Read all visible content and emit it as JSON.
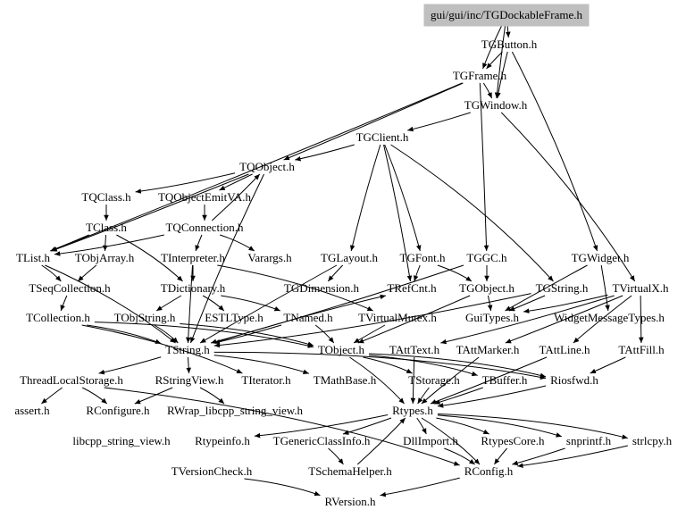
{
  "root": "gui/gui/inc/TGDockableFrame.h",
  "nodes": [
    {
      "id": "root",
      "label": "gui/gui/inc/TGDockableFrame.h"
    },
    {
      "id": "TGButton",
      "label": "TGButton.h"
    },
    {
      "id": "TGFrame",
      "label": "TGFrame.h"
    },
    {
      "id": "TGWindow",
      "label": "TGWindow.h"
    },
    {
      "id": "TGClient",
      "label": "TGClient.h"
    },
    {
      "id": "TQObject",
      "label": "TQObject.h"
    },
    {
      "id": "TQClass",
      "label": "TQClass.h"
    },
    {
      "id": "TQObjectEmitVA",
      "label": "TQObjectEmitVA.h"
    },
    {
      "id": "TClass",
      "label": "TClass.h"
    },
    {
      "id": "TQConnection",
      "label": "TQConnection.h"
    },
    {
      "id": "TList",
      "label": "TList.h"
    },
    {
      "id": "TObjArray",
      "label": "TObjArray.h"
    },
    {
      "id": "TInterpreter",
      "label": "TInterpreter.h"
    },
    {
      "id": "Varargs",
      "label": "Varargs.h"
    },
    {
      "id": "TGLayout",
      "label": "TGLayout.h"
    },
    {
      "id": "TGFont",
      "label": "TGFont.h"
    },
    {
      "id": "TGGC",
      "label": "TGGC.h"
    },
    {
      "id": "TGWidget",
      "label": "TGWidget.h"
    },
    {
      "id": "TSeqCollection",
      "label": "TSeqCollection.h"
    },
    {
      "id": "TDictionary",
      "label": "TDictionary.h"
    },
    {
      "id": "TGDimension",
      "label": "TGDimension.h"
    },
    {
      "id": "TRefCnt",
      "label": "TRefCnt.h"
    },
    {
      "id": "TGObject",
      "label": "TGObject.h"
    },
    {
      "id": "TGString",
      "label": "TGString.h"
    },
    {
      "id": "TVirtualX",
      "label": "TVirtualX.h"
    },
    {
      "id": "TCollection",
      "label": "TCollection.h"
    },
    {
      "id": "TObjString",
      "label": "TObjString.h"
    },
    {
      "id": "ESTLType",
      "label": "ESTLType.h"
    },
    {
      "id": "TNamed",
      "label": "TNamed.h"
    },
    {
      "id": "TVirtualMutex",
      "label": "TVirtualMutex.h"
    },
    {
      "id": "GuiTypes",
      "label": "GuiTypes.h"
    },
    {
      "id": "WidgetMessageTypes",
      "label": "WidgetMessageTypes.h"
    },
    {
      "id": "TString",
      "label": "TString.h"
    },
    {
      "id": "TObject",
      "label": "TObject.h"
    },
    {
      "id": "TAttText",
      "label": "TAttText.h"
    },
    {
      "id": "TAttMarker",
      "label": "TAttMarker.h"
    },
    {
      "id": "TAttLine",
      "label": "TAttLine.h"
    },
    {
      "id": "TAttFill",
      "label": "TAttFill.h"
    },
    {
      "id": "ThreadLocalStorage",
      "label": "ThreadLocalStorage.h"
    },
    {
      "id": "RStringView",
      "label": "RStringView.h"
    },
    {
      "id": "TIterator",
      "label": "TIterator.h"
    },
    {
      "id": "TMathBase",
      "label": "TMathBase.h"
    },
    {
      "id": "TStorage",
      "label": "TStorage.h"
    },
    {
      "id": "TBuffer",
      "label": "TBuffer.h"
    },
    {
      "id": "Riosfwd",
      "label": "Riosfwd.h"
    },
    {
      "id": "assert",
      "label": "assert.h"
    },
    {
      "id": "RConfigure",
      "label": "RConfigure.h"
    },
    {
      "id": "RWrap",
      "label": "RWrap_libcpp_string_view.h"
    },
    {
      "id": "Rtypes",
      "label": "Rtypes.h"
    },
    {
      "id": "libcpp",
      "label": "libcpp_string_view.h"
    },
    {
      "id": "Rtypeinfo",
      "label": "Rtypeinfo.h"
    },
    {
      "id": "TGenericClassInfo",
      "label": "TGenericClassInfo.h"
    },
    {
      "id": "DllImport",
      "label": "DllImport.h"
    },
    {
      "id": "RtypesCore",
      "label": "RtypesCore.h"
    },
    {
      "id": "snprintf",
      "label": "snprintf.h"
    },
    {
      "id": "strlcpy",
      "label": "strlcpy.h"
    },
    {
      "id": "TVersionCheck",
      "label": "TVersionCheck.h"
    },
    {
      "id": "TSchemaHelper",
      "label": "TSchemaHelper.h"
    },
    {
      "id": "RConfig",
      "label": "RConfig.h"
    },
    {
      "id": "RVersion",
      "label": "RVersion.h"
    }
  ],
  "edges": [
    [
      "root",
      "TGButton"
    ],
    [
      "root",
      "TGFrame"
    ],
    [
      "root",
      "TGWindow"
    ],
    [
      "TGButton",
      "TGFrame"
    ],
    [
      "TGButton",
      "TGWidget"
    ],
    [
      "TGButton",
      "TGWindow"
    ],
    [
      "TGFrame",
      "TGWindow"
    ],
    [
      "TGFrame",
      "TQObject"
    ],
    [
      "TGFrame",
      "TGGC"
    ],
    [
      "TGFrame",
      "TList"
    ],
    [
      "TGWindow",
      "TGClient"
    ],
    [
      "TGWindow",
      "TVirtualX"
    ],
    [
      "TGClient",
      "TQObject"
    ],
    [
      "TGClient",
      "TGLayout"
    ],
    [
      "TGClient",
      "TGFont"
    ],
    [
      "TGClient",
      "TGString"
    ],
    [
      "TGClient",
      "TRefCnt"
    ],
    [
      "TQObject",
      "TQClass"
    ],
    [
      "TQObject",
      "TQObjectEmitVA"
    ],
    [
      "TQObject",
      "TList"
    ],
    [
      "TQObject",
      "TString"
    ],
    [
      "TQClass",
      "TClass"
    ],
    [
      "TQObjectEmitVA",
      "TQConnection"
    ],
    [
      "TQConnection",
      "TQObject"
    ],
    [
      "TClass",
      "TObjArray"
    ],
    [
      "TClass",
      "TDictionary"
    ],
    [
      "TClass",
      "TList"
    ],
    [
      "TQConnection",
      "TInterpreter"
    ],
    [
      "TQConnection",
      "Varargs"
    ],
    [
      "TQConnection",
      "TList"
    ],
    [
      "TList",
      "TSeqCollection"
    ],
    [
      "TList",
      "TString"
    ],
    [
      "TObjArray",
      "TSeqCollection"
    ],
    [
      "TInterpreter",
      "TDictionary"
    ],
    [
      "TInterpreter",
      "TVirtualMutex"
    ],
    [
      "TInterpreter",
      "TString"
    ],
    [
      "TSeqCollection",
      "TCollection"
    ],
    [
      "TDictionary",
      "TNamed"
    ],
    [
      "TDictionary",
      "ESTLType"
    ],
    [
      "TDictionary",
      "TObjString"
    ],
    [
      "TCollection",
      "TObject"
    ],
    [
      "TCollection",
      "TIterator"
    ],
    [
      "TCollection",
      "TString"
    ],
    [
      "TObjString",
      "TString"
    ],
    [
      "TObjString",
      "TObject"
    ],
    [
      "TNamed",
      "TString"
    ],
    [
      "TNamed",
      "TObject"
    ],
    [
      "TVirtualMutex",
      "TObject"
    ],
    [
      "TGLayout",
      "TGDimension"
    ],
    [
      "TGLayout",
      "TString"
    ],
    [
      "TGFont",
      "TRefCnt"
    ],
    [
      "TGFont",
      "TGObject"
    ],
    [
      "TGGC",
      "TGObject"
    ],
    [
      "TGGC",
      "TString"
    ],
    [
      "TGObject",
      "TObject"
    ],
    [
      "TGObject",
      "GuiTypes"
    ],
    [
      "TGString",
      "TString"
    ],
    [
      "TGString",
      "GuiTypes"
    ],
    [
      "TGWidget",
      "GuiTypes"
    ],
    [
      "TGWidget",
      "WidgetMessageTypes"
    ],
    [
      "TVirtualX",
      "GuiTypes"
    ],
    [
      "TVirtualX",
      "TAttText"
    ],
    [
      "TVirtualX",
      "TAttMarker"
    ],
    [
      "TVirtualX",
      "TAttLine"
    ],
    [
      "TVirtualX",
      "TAttFill"
    ],
    [
      "TString",
      "TMathBase"
    ],
    [
      "TString",
      "RStringView"
    ],
    [
      "TString",
      "Riosfwd"
    ],
    [
      "TString",
      "ThreadLocalStorage"
    ],
    [
      "TString",
      "TRefCnt"
    ],
    [
      "TObject",
      "TStorage"
    ],
    [
      "TObject",
      "TBuffer"
    ],
    [
      "TObject",
      "Riosfwd"
    ],
    [
      "TObject",
      "Rtypes"
    ],
    [
      "TAttText",
      "Rtypes"
    ],
    [
      "TAttMarker",
      "Rtypes"
    ],
    [
      "TAttLine",
      "Rtypes"
    ],
    [
      "TAttFill",
      "Riosfwd"
    ],
    [
      "ThreadLocalStorage",
      "assert"
    ],
    [
      "ThreadLocalStorage",
      "RConfigure"
    ],
    [
      "ThreadLocalStorage",
      "RConfig"
    ],
    [
      "RStringView",
      "RConfigure"
    ],
    [
      "RStringView",
      "RWrap"
    ],
    [
      "TStorage",
      "Rtypes"
    ],
    [
      "TBuffer",
      "Rtypes"
    ],
    [
      "Riosfwd",
      "Rtypes"
    ],
    [
      "Rtypes",
      "Rtypeinfo"
    ],
    [
      "Rtypes",
      "TGenericClassInfo"
    ],
    [
      "Rtypes",
      "DllImport"
    ],
    [
      "Rtypes",
      "RtypesCore"
    ],
    [
      "Rtypes",
      "snprintf"
    ],
    [
      "Rtypes",
      "strlcpy"
    ],
    [
      "Rtypes",
      "RConfig"
    ],
    [
      "RtypesCore",
      "RConfig"
    ],
    [
      "DllImport",
      "RConfig"
    ],
    [
      "snprintf",
      "RConfig"
    ],
    [
      "strlcpy",
      "RConfig"
    ],
    [
      "TGenericClassInfo",
      "TSchemaHelper"
    ],
    [
      "TSchemaHelper",
      "Rtypes"
    ],
    [
      "TVersionCheck",
      "RVersion"
    ],
    [
      "RConfig",
      "RVersion"
    ]
  ]
}
